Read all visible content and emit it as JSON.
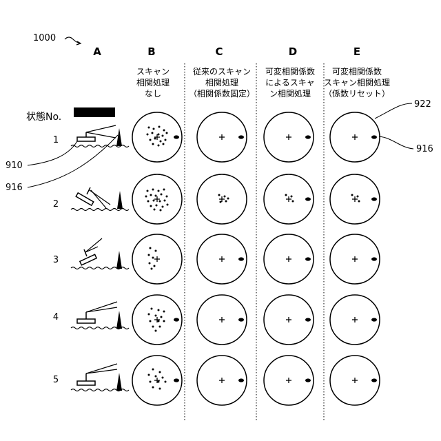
{
  "figure_number": "1000",
  "columns": [
    {
      "letter": "A",
      "heading": []
    },
    {
      "letter": "B",
      "heading": [
        "スキャン",
        "相関処理",
        "なし"
      ]
    },
    {
      "letter": "C",
      "heading": [
        "従来のスキャン",
        "相関処理",
        "（相関係数固定）"
      ]
    },
    {
      "letter": "D",
      "heading": [
        "可変相関係数",
        "によるスキャ",
        "ン相関処理"
      ]
    },
    {
      "letter": "E",
      "heading": [
        "可変相関係数",
        "スキャン相関処理",
        "（係数リセット）"
      ]
    }
  ],
  "state_header": "状態No.",
  "states": [
    "1",
    "2",
    "3",
    "4",
    "5"
  ],
  "references": {
    "hull": "910",
    "target_left": "916",
    "scope": "922",
    "target_right": "916"
  }
}
